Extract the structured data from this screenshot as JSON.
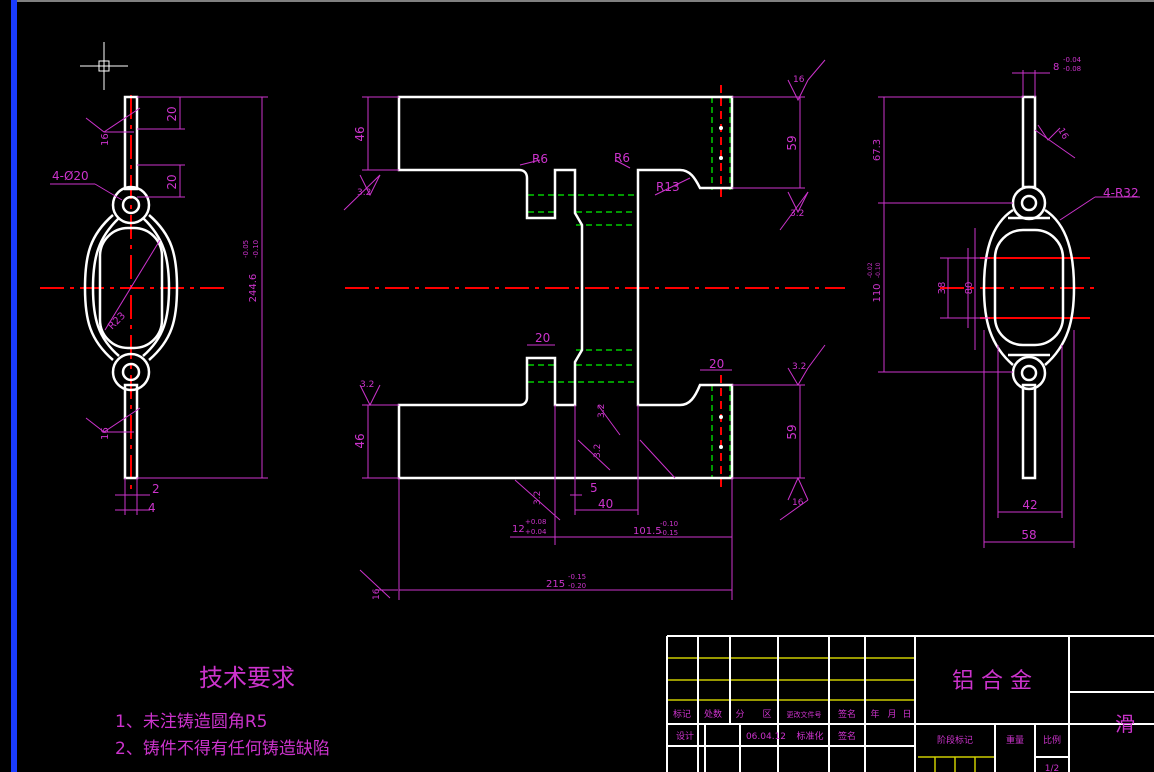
{
  "colors": {
    "background": "#000000",
    "outline": "#ffffff",
    "dimension": "#cc33cc",
    "center_line": "#ff0000",
    "hidden_line": "#00cc00",
    "title_block": "#ffffff",
    "title_grid_yellow": "#cccc00",
    "side_bar": "#1a3cff"
  },
  "left_view": {
    "dims": {
      "top_height": "20",
      "second_height": "20",
      "overall": "244.6",
      "overall_tol_upper": "-0.05",
      "overall_tol_lower": "-0.10",
      "web": "2",
      "thickness": "4"
    },
    "labels": {
      "holes": "4-Ø20",
      "rough_top": "16",
      "rough_bottom": "16",
      "radius_inner": "R23"
    }
  },
  "center_view": {
    "dims": {
      "left_top": "46",
      "left_bottom": "46",
      "right_top": "59",
      "right_bottom": "59",
      "slot_width": "20",
      "right_slot": "20",
      "d5": "5",
      "d40": "40",
      "d12": "12",
      "d12_tol_upper": "+0.08",
      "d12_tol_lower": "+0.04",
      "d1015": "101.5",
      "d1015_tol_upper": "-0.10",
      "d1015_tol_lower": "-0.15",
      "d215": "215",
      "d215_tol_upper": "-0.15",
      "d215_tol_lower": "-0.20"
    },
    "labels": {
      "r6_left": "R6",
      "r6_right": "R6",
      "r13": "R13",
      "rough_32_a": "3.2",
      "rough_32_b": "3.2",
      "rough_32_c": "3.2",
      "rough_32_d": "3.2",
      "rough_32_e": "3.2",
      "rough_32_f": "3.2",
      "rough_32_g": "3.2",
      "rough_16_a": "16",
      "rough_16_b": "16",
      "rough_16_c": "16"
    }
  },
  "right_view": {
    "dims": {
      "d8": "8",
      "d8_tol_upper": "-0.04",
      "d8_tol_lower": "-0.08",
      "d673": "67.3",
      "d110": "110",
      "d110_tol_upper": "-0.02",
      "d110_tol_lower": "-0.10",
      "d38": "38",
      "d80": "80",
      "d42": "42",
      "d58": "58"
    },
    "labels": {
      "radius": "4-R32",
      "rough": "16"
    }
  },
  "tech_requirements": {
    "title": "技术要求",
    "item1": "1、未注铸造圆角R5",
    "item2": "2、铸件不得有任何铸造缺陷"
  },
  "title_block": {
    "headers": [
      "标记",
      "处数",
      "分",
      "区",
      "更改文件号",
      "签名",
      "年",
      "月",
      "日"
    ],
    "design": "设计",
    "date": "06.04.12",
    "standardize": "标准化",
    "sign": "签名",
    "material": "铝 合 金",
    "stage_mark": "阶段标记",
    "weight": "重量",
    "scale": "比例",
    "part_name": "滑",
    "sheet": "1/2"
  }
}
